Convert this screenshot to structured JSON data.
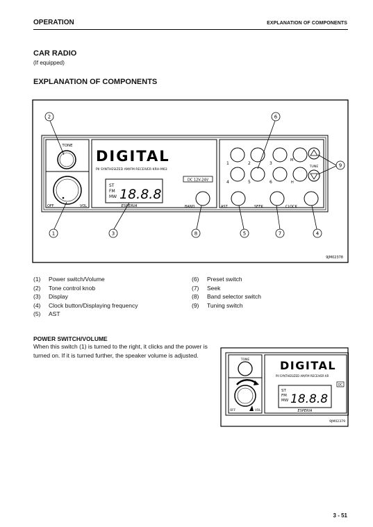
{
  "header": {
    "section": "OPERATION",
    "chapter": "EXPLANATION OF COMPONENTS"
  },
  "title": "CAR RADIO",
  "subtitle": "(If equipped)",
  "heading": "EXPLANATION OF COMPONENTS",
  "figure1": {
    "code": "9JM02378",
    "brand": "DIGITAL",
    "receiver_text": "PII SYNTHESIZED AM/FM RECEIVER KRH-M63",
    "voltage": "DC 12V-24V",
    "band_labels": [
      "ST",
      "FM",
      "MW"
    ],
    "display_digits": "18.8.8",
    "logo": "ESPERIA",
    "knob_labels": {
      "tone": "TONE",
      "off": "OFF",
      "vol": "VOL"
    },
    "button_labels": {
      "band": "BAND",
      "ast": "AST",
      "seek": "SEEK",
      "clock": "CLOCK",
      "tune": "TUNE",
      "m": "M",
      "h": "H"
    },
    "preset_numbers": [
      "1",
      "2",
      "3",
      "4",
      "5",
      "6"
    ],
    "callouts": [
      "1",
      "2",
      "3",
      "4",
      "5",
      "6",
      "7",
      "8",
      "9"
    ]
  },
  "legend_left": [
    {
      "num": "(1)",
      "text": "Power switch/Volume"
    },
    {
      "num": "(2)",
      "text": "Tone control knob"
    },
    {
      "num": "(3)",
      "text": "Display"
    },
    {
      "num": "(4)",
      "text": "Clock button/Displaying frequency"
    },
    {
      "num": "(5)",
      "text": "AST"
    }
  ],
  "legend_right": [
    {
      "num": "(6)",
      "text": "Preset switch"
    },
    {
      "num": "(7)",
      "text": "Seek"
    },
    {
      "num": "(8)",
      "text": "Band selector switch"
    },
    {
      "num": "(9)",
      "text": "Tuning switch"
    }
  ],
  "section2": {
    "heading": "POWER SWITCH/VOLUME",
    "body": "When this switch (1) is turned to the right, it clicks and the power is turned on.  If it is turned further, the speaker volume is adjusted."
  },
  "figure2": {
    "code": "9JM02379",
    "brand": "DIGITAL",
    "receiver_text": "PII SYNTHESIZED AM/FM RECEIVER KR",
    "badge": "DC"
  },
  "page_number": "3 - 51"
}
